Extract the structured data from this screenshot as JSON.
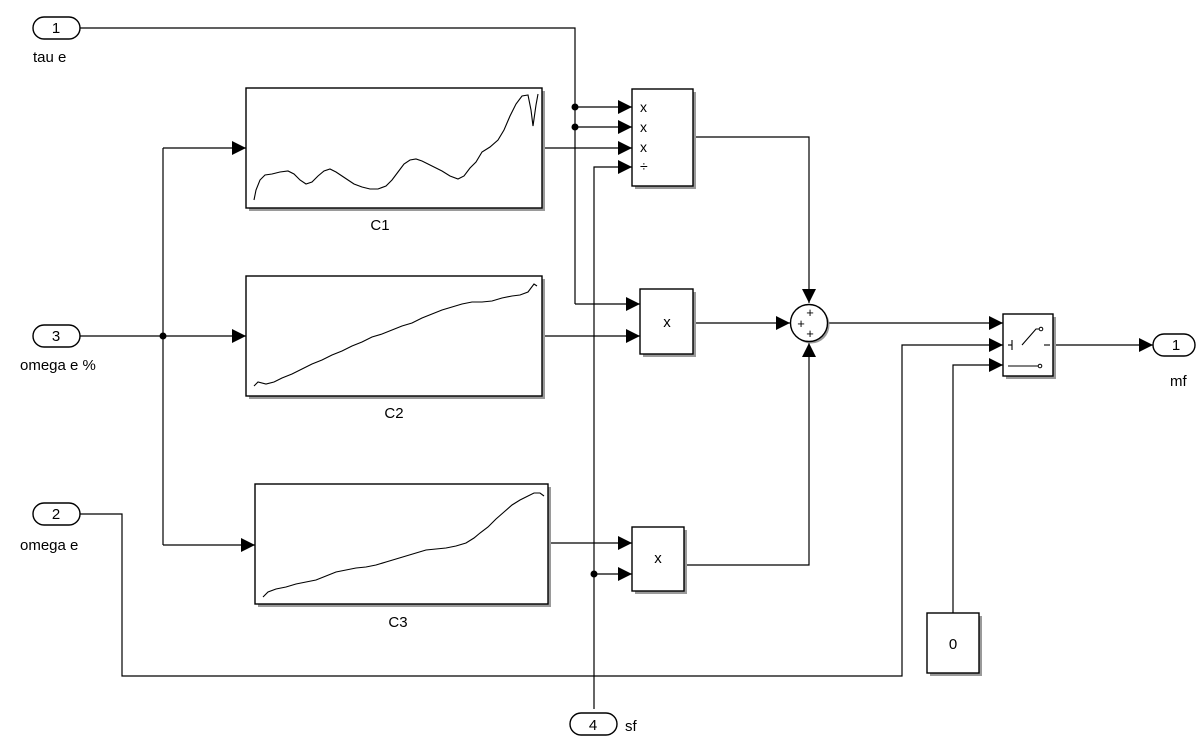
{
  "inports": [
    {
      "number": "1",
      "label": "tau e"
    },
    {
      "number": "3",
      "label": "omega e %"
    },
    {
      "number": "2",
      "label": "omega e"
    },
    {
      "number": "4",
      "label": "sf"
    }
  ],
  "outport": {
    "number": "1",
    "label": "mf"
  },
  "lookup_tables": [
    {
      "label": "C1"
    },
    {
      "label": "C2"
    },
    {
      "label": "C3"
    }
  ],
  "product_block_signs": [
    "x",
    "x",
    "x",
    "÷"
  ],
  "product_c2": {
    "label": "x"
  },
  "product_c3": {
    "label": "x"
  },
  "sum_block": {
    "signs": [
      "+",
      "+",
      "+"
    ]
  },
  "constant_block": {
    "value": "0"
  },
  "switch_block": {
    "name": "switch"
  }
}
